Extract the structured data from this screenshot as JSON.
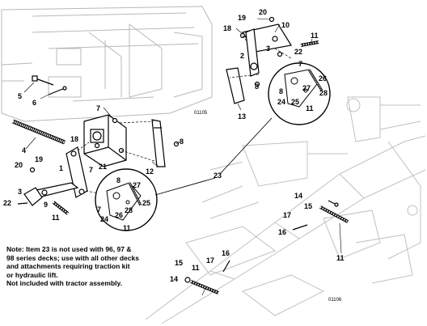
{
  "callouts": [
    {
      "id": "c1",
      "text": "1"
    },
    {
      "id": "c2",
      "text": "2"
    },
    {
      "id": "c3",
      "text": "3"
    },
    {
      "id": "c3b",
      "text": "3"
    },
    {
      "id": "c4",
      "text": "4"
    },
    {
      "id": "c5",
      "text": "5"
    },
    {
      "id": "c6",
      "text": "6"
    },
    {
      "id": "c7",
      "text": "7"
    },
    {
      "id": "c7b",
      "text": "7"
    },
    {
      "id": "c7c",
      "text": "7"
    },
    {
      "id": "c7d",
      "text": "7"
    },
    {
      "id": "c8",
      "text": "8"
    },
    {
      "id": "c8b",
      "text": "8"
    },
    {
      "id": "c8c",
      "text": "8"
    },
    {
      "id": "c8d",
      "text": "8"
    },
    {
      "id": "c9",
      "text": "9"
    },
    {
      "id": "c10",
      "text": "10"
    },
    {
      "id": "c11",
      "text": "11"
    },
    {
      "id": "c11b",
      "text": "11"
    },
    {
      "id": "c11c",
      "text": "11"
    },
    {
      "id": "c11d",
      "text": "11"
    },
    {
      "id": "c11e",
      "text": "11"
    },
    {
      "id": "c11f",
      "text": "11"
    },
    {
      "id": "c12",
      "text": "12"
    },
    {
      "id": "c13",
      "text": "13"
    },
    {
      "id": "c14",
      "text": "14"
    },
    {
      "id": "c14b",
      "text": "14"
    },
    {
      "id": "c15",
      "text": "15"
    },
    {
      "id": "c15b",
      "text": "15"
    },
    {
      "id": "c16",
      "text": "16"
    },
    {
      "id": "c16b",
      "text": "16"
    },
    {
      "id": "c17",
      "text": "17"
    },
    {
      "id": "c17b",
      "text": "17"
    },
    {
      "id": "c18",
      "text": "18"
    },
    {
      "id": "c18b",
      "text": "18"
    },
    {
      "id": "c19",
      "text": "19"
    },
    {
      "id": "c19b",
      "text": "19"
    },
    {
      "id": "c20",
      "text": "20"
    },
    {
      "id": "c20b",
      "text": "20"
    },
    {
      "id": "c21",
      "text": "21"
    },
    {
      "id": "c22",
      "text": "22"
    },
    {
      "id": "c22b",
      "text": "22"
    },
    {
      "id": "c23",
      "text": "23"
    },
    {
      "id": "c24",
      "text": "24"
    },
    {
      "id": "c24b",
      "text": "24"
    },
    {
      "id": "c25",
      "text": "25"
    },
    {
      "id": "c25b",
      "text": "25"
    },
    {
      "id": "c26",
      "text": "26"
    },
    {
      "id": "c26b",
      "text": "26"
    },
    {
      "id": "c27",
      "text": "27"
    },
    {
      "id": "c27b",
      "text": "27"
    },
    {
      "id": "c28",
      "text": "28"
    },
    {
      "id": "c28b",
      "text": "28"
    }
  ],
  "figure_codes": [
    "01105",
    "01106"
  ],
  "note": {
    "lines": [
      "Note: Item 23 is not used with 96, 97 &",
      "98 series decks; use with all other decks",
      "and attachments requiring traction kit",
      "or hydraulic lift.",
      "Not included with tractor assembly."
    ]
  }
}
